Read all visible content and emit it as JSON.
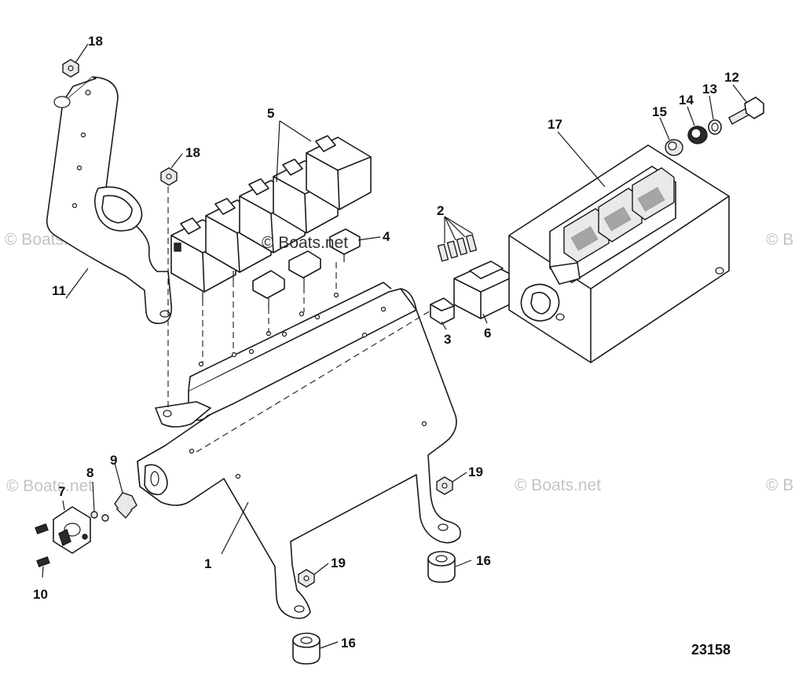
{
  "watermark": "© Boats.net",
  "watermark_edge": "© B",
  "figure_number": "23158",
  "callouts": {
    "c1": "1",
    "c2": "2",
    "c3": "3",
    "c4": "4",
    "c5": "5",
    "c6": "6",
    "c7": "7",
    "c8": "8",
    "c9": "9",
    "c10": "10",
    "c11": "11",
    "c12": "12",
    "c13": "13",
    "c14": "14",
    "c15": "15",
    "c16a": "16",
    "c16b": "16",
    "c17": "17",
    "c18a": "18",
    "c18b": "18",
    "c19a": "19",
    "c19b": "19"
  }
}
